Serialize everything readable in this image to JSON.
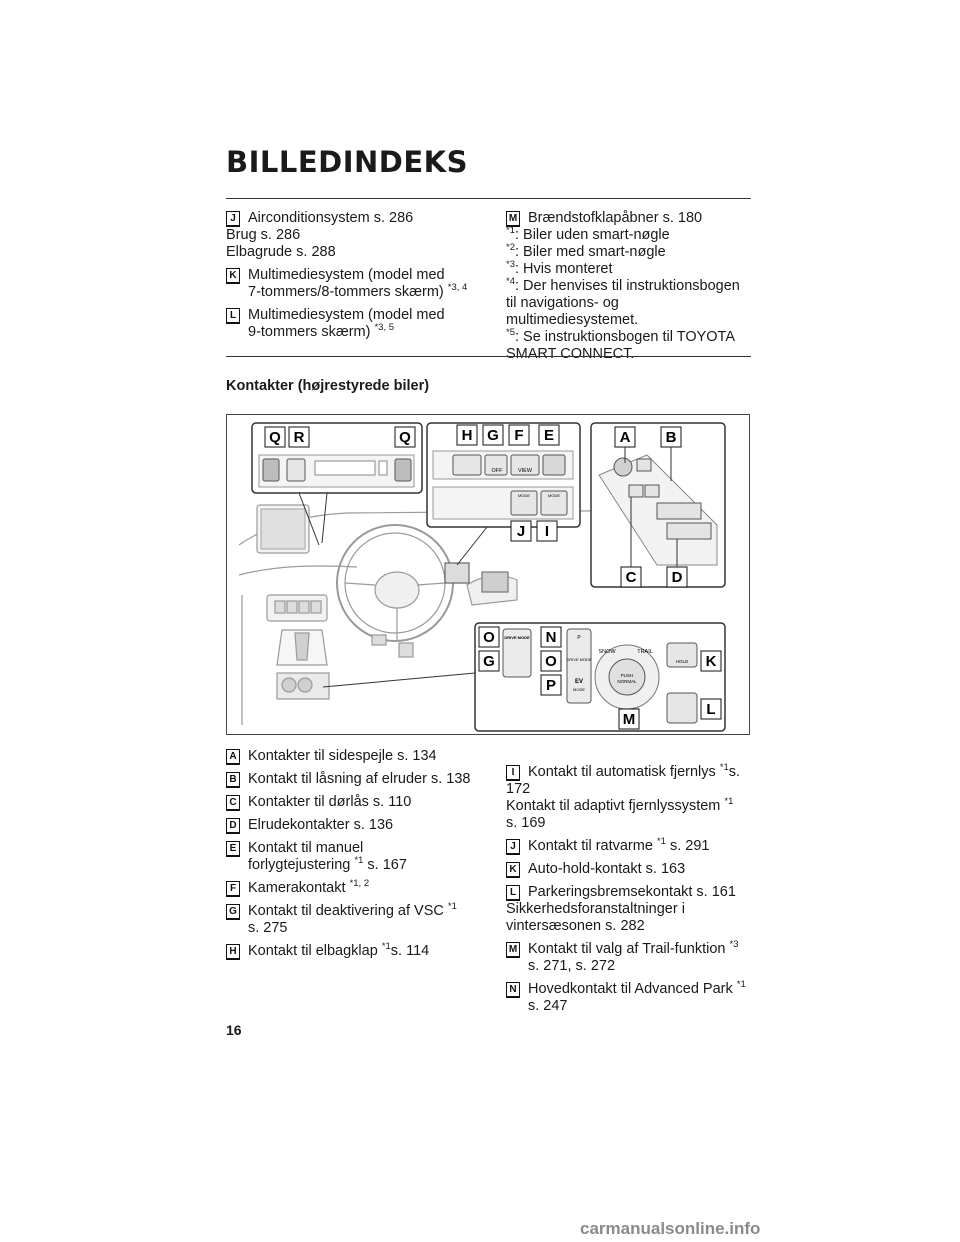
{
  "header": {
    "title": "BILLEDINDEKS"
  },
  "top_left": [
    {
      "badge": "J",
      "lines": [
        "Airconditionsystem s. 286"
      ]
    },
    {
      "badge": "",
      "lines": [
        "Brug s. 286"
      ]
    },
    {
      "badge": "",
      "lines": [
        "Elbagrude s. 288"
      ]
    },
    {
      "badge": "K",
      "lines": [
        "Multimediesystem (model med",
        "7-tommers/8-tommers skærm)"
      ],
      "sup": "*3, 4"
    },
    {
      "badge": "L",
      "lines": [
        "Multimediesystem (model med",
        "9-tommers skærm)"
      ],
      "sup": "*3, 5"
    }
  ],
  "top_right": {
    "entry": {
      "badge": "M",
      "text": "Brændstofklapåbner s. 180"
    },
    "footnotes": [
      {
        "mark": "*1",
        "text": ": Biler uden smart-nøgle"
      },
      {
        "mark": "*2",
        "text": ": Biler med smart-nøgle"
      },
      {
        "mark": "*3",
        "text": ": Hvis monteret"
      },
      {
        "mark": "*4",
        "text": ": Der henvises til instruktionsbogen til navigations- og multimediesystemet."
      },
      {
        "mark": "*5",
        "text": ": Se instruktionsbogen til TOYOTA SMART CONNECT."
      }
    ]
  },
  "subheading": "Kontakter (højrestyrede biler)",
  "figure": {
    "callouts": [
      "Q",
      "R",
      "Q",
      "H",
      "G",
      "F",
      "E",
      "A",
      "B",
      "J",
      "I",
      "C",
      "D",
      "O",
      "G",
      "N",
      "O",
      "P",
      "K",
      "L",
      "M"
    ],
    "printed_labels": {
      "off": "OFF",
      "view": "VIEW",
      "mode": "MODE",
      "drive_mode": "DRIVE MODE",
      "ev_mode": "MODE",
      "ev": "EV",
      "snow": "SNOW",
      "trail": "TRAIL",
      "push": "PUSH",
      "normal": "NORMAL",
      "hold": "HOLD",
      "p": "P"
    }
  },
  "bottom_left": [
    {
      "badge": "A",
      "lines": [
        "Kontakter til sidespejle s. 134"
      ]
    },
    {
      "badge": "B",
      "lines": [
        "Kontakt til låsning af elruder s. 138"
      ]
    },
    {
      "badge": "C",
      "lines": [
        "Kontakter til dørlås s. 110"
      ]
    },
    {
      "badge": "D",
      "lines": [
        "Elrudekontakter s. 136"
      ]
    },
    {
      "badge": "E",
      "lines": [
        "Kontakt til manuel",
        "forlygtejustering"
      ],
      "sup": "*1",
      "after": " s. 167"
    },
    {
      "badge": "F",
      "lines": [
        "Kamerakontakt"
      ],
      "sup": "*1, 2"
    },
    {
      "badge": "G",
      "lines": [
        "Kontakt til deaktivering af VSC",
        "s. 275"
      ],
      "sup_line0": "*1"
    },
    {
      "badge": "H",
      "lines": [
        "Kontakt til elbagklap"
      ],
      "sup": "*1",
      "after": "s. 114"
    }
  ],
  "bottom_right": [
    {
      "badge": "I",
      "lines": [
        "Kontakt til automatisk fjernlys"
      ],
      "sup": "*1",
      "after": "s. 172"
    },
    {
      "badge": "",
      "lines": [
        "Kontakt til adaptivt fjernlyssystem",
        "s. 169"
      ],
      "sup_line0": "*1"
    },
    {
      "badge": "J",
      "lines": [
        "Kontakt til ratvarme"
      ],
      "sup": "*1",
      "after": " s. 291"
    },
    {
      "badge": "K",
      "lines": [
        "Auto-hold-kontakt s. 163"
      ]
    },
    {
      "badge": "L",
      "lines": [
        "Parkeringsbremsekontakt s. 161"
      ]
    },
    {
      "badge": "",
      "lines": [
        "Sikkerhedsforanstaltninger i",
        "vintersæsonen s. 282"
      ]
    },
    {
      "badge": "M",
      "lines": [
        "Kontakt til valg af Trail-funktion",
        "s. 271, s. 272"
      ],
      "sup_line0": "*3"
    },
    {
      "badge": "N",
      "lines": [
        "Hovedkontakt til Advanced Park",
        "s. 247"
      ],
      "sup_line0": "*1"
    }
  ],
  "footer": {
    "page_number": "16",
    "watermark": "carmanualsonline.info"
  }
}
